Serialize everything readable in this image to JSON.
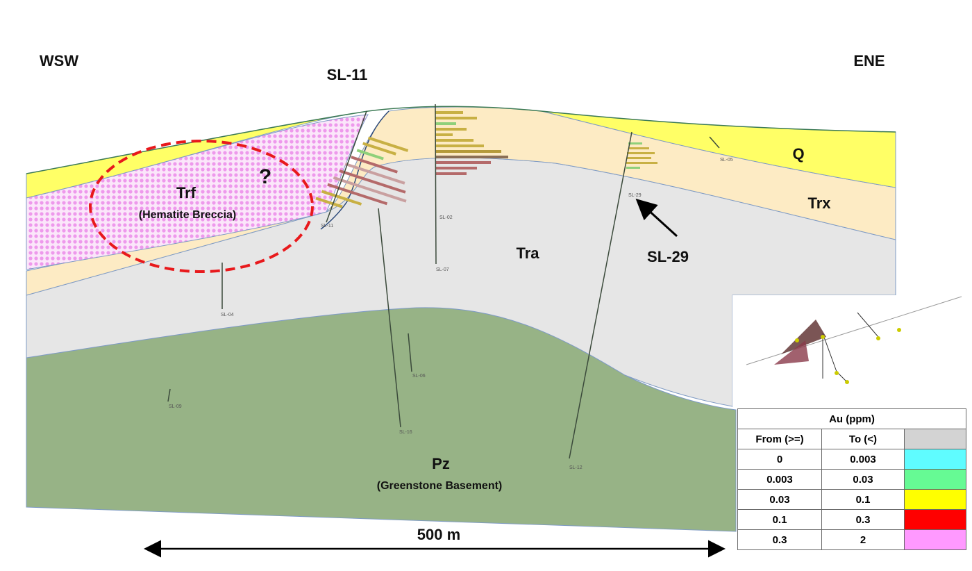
{
  "directions": {
    "west": "WSW",
    "east": "ENE"
  },
  "holes": {
    "main_label": "SL-11",
    "callout": "SL-29",
    "small": [
      "SL-11",
      "SL-02",
      "SL-07",
      "SL-04",
      "SL-09",
      "SL-16",
      "SL-06",
      "SL-29",
      "SL-12",
      "SL-05"
    ]
  },
  "units": {
    "q": "Q",
    "trx": "Trx",
    "tra": "Tra",
    "trf": "Trf",
    "trf_desc": "(Hematite Breccia)",
    "question": "?",
    "pz": "Pz",
    "pz_desc": "(Greenstone Basement)"
  },
  "scale_bar": "500 m",
  "colors": {
    "q": "#ffff66",
    "trx": "#fdebc4",
    "tra": "#e6e6e6",
    "pz": "#97b386",
    "trf": "#f7c8f3",
    "ellipse": "#e8191c"
  },
  "legend": {
    "title": "Au (ppm)",
    "headers": [
      "From (>=)",
      "To (<)"
    ],
    "header_color": "#d3d3d3",
    "rows": [
      {
        "from": "0",
        "to": "0.003",
        "color": "#5ffcff"
      },
      {
        "from": "0.003",
        "to": "0.03",
        "color": "#66fa94"
      },
      {
        "from": "0.03",
        "to": "0.1",
        "color": "#ffff00"
      },
      {
        "from": "0.1",
        "to": "0.3",
        "color": "#ff0000"
      },
      {
        "from": "0.3",
        "to": "2",
        "color": "#ff99ff"
      }
    ]
  }
}
